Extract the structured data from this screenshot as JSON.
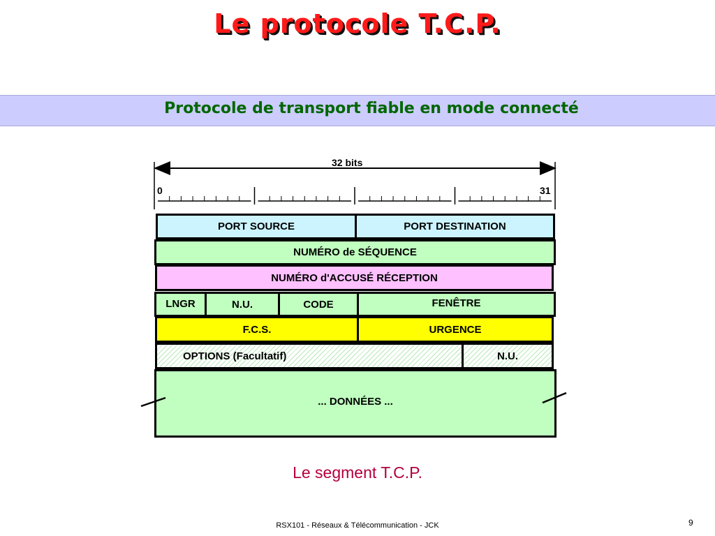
{
  "title": "Le protocole T.C.P.",
  "subtitle": "Protocole de transport fiable en mode connecté",
  "diagram": {
    "width_label": "32 bits",
    "bit_start": "0",
    "bit_end": "31",
    "fields": {
      "port_source": "PORT SOURCE",
      "port_destination": "PORT DESTINATION",
      "sequence_number": "NUMÉRO de SÉQUENCE",
      "ack_number": "NUMÉRO d'ACCUSÉ RÉCEPTION",
      "header_length": "LNGR",
      "reserved": "N.U.",
      "code": "CODE",
      "window": "FENÊTRE",
      "checksum": "F.C.S.",
      "urgent": "URGENCE",
      "options": "OPTIONS (Facultatif)",
      "padding": "N.U.",
      "data": "... DONNÉES ..."
    }
  },
  "caption": "Le segment T.C.P.",
  "footer": "RSX101 - Réseaux & Télécommunication - JCK",
  "page_number": "9",
  "colors": {
    "title": "#ff1a1a",
    "subtitle": "#006600",
    "band": "#ccccff",
    "green_field": "#c0ffc0",
    "cyan_field": "#ccf4ff",
    "pink_field": "#ffc0ff",
    "yellow_field": "#ffff00",
    "caption": "#b3003c"
  }
}
